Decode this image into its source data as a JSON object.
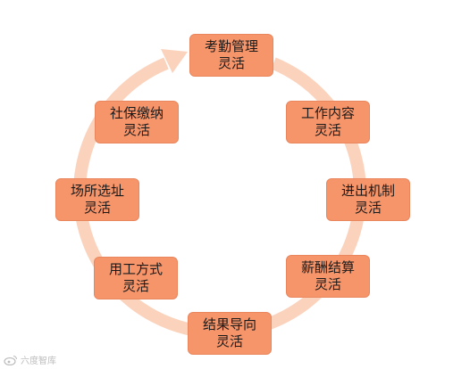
{
  "diagram": {
    "ring_color": "#fbd3bd",
    "node_color": "#f6946a",
    "nodes": [
      {
        "id": "kaoqin",
        "line1": "考勤管理",
        "line2": "灵活"
      },
      {
        "id": "gongzuo",
        "line1": "工作内容",
        "line2": "灵活"
      },
      {
        "id": "jinchu",
        "line1": "进出机制",
        "line2": "灵活"
      },
      {
        "id": "xinchou",
        "line1": "薪酬结算",
        "line2": "灵活"
      },
      {
        "id": "jieguo",
        "line1": "结果导向",
        "line2": "灵活"
      },
      {
        "id": "yonggong",
        "line1": "用工方式",
        "line2": "灵活"
      },
      {
        "id": "changsuo",
        "line1": "场所选址",
        "line2": "灵活"
      },
      {
        "id": "shebao",
        "line1": "社保缴纳",
        "line2": "灵活"
      }
    ]
  },
  "watermark": {
    "icon": "weibo-logo-icon",
    "text": "六度智库"
  }
}
